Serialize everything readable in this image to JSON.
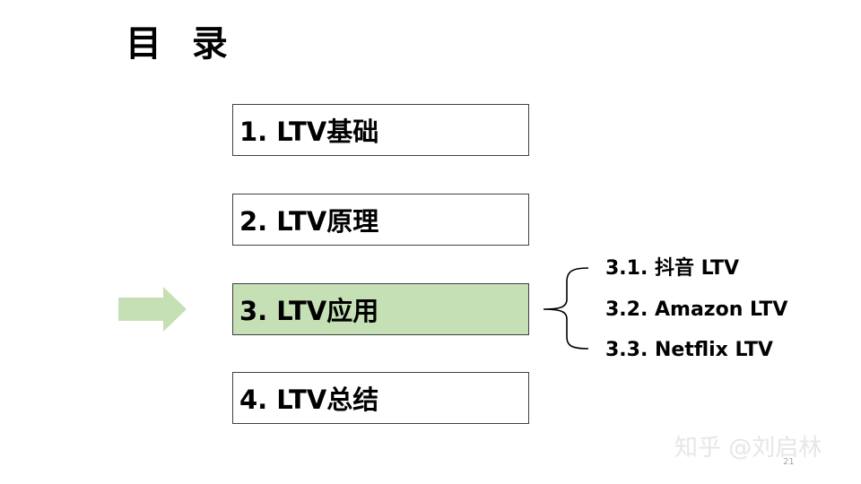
{
  "slide": {
    "title": "目 录",
    "page_number": "21",
    "watermark": "知乎 @刘启林",
    "colors": {
      "highlight_fill": "#c5e0b4",
      "arrow_fill": "#c5e0b4",
      "box_border": "#404040"
    }
  },
  "toc": {
    "items": [
      {
        "label": "1. LTV基础"
      },
      {
        "label": "2. LTV原理"
      },
      {
        "label": "3. LTV应用"
      },
      {
        "label": "4. LTV总结"
      }
    ],
    "current_index": 2,
    "current_marker_icon": "right-arrow-icon"
  },
  "subsections": {
    "grouping_icon": "curly-brace-icon",
    "items": [
      {
        "label": "3.1. 抖音 LTV"
      },
      {
        "label": "3.2. Amazon LTV"
      },
      {
        "label": "3.3. Netflix LTV"
      }
    ]
  }
}
